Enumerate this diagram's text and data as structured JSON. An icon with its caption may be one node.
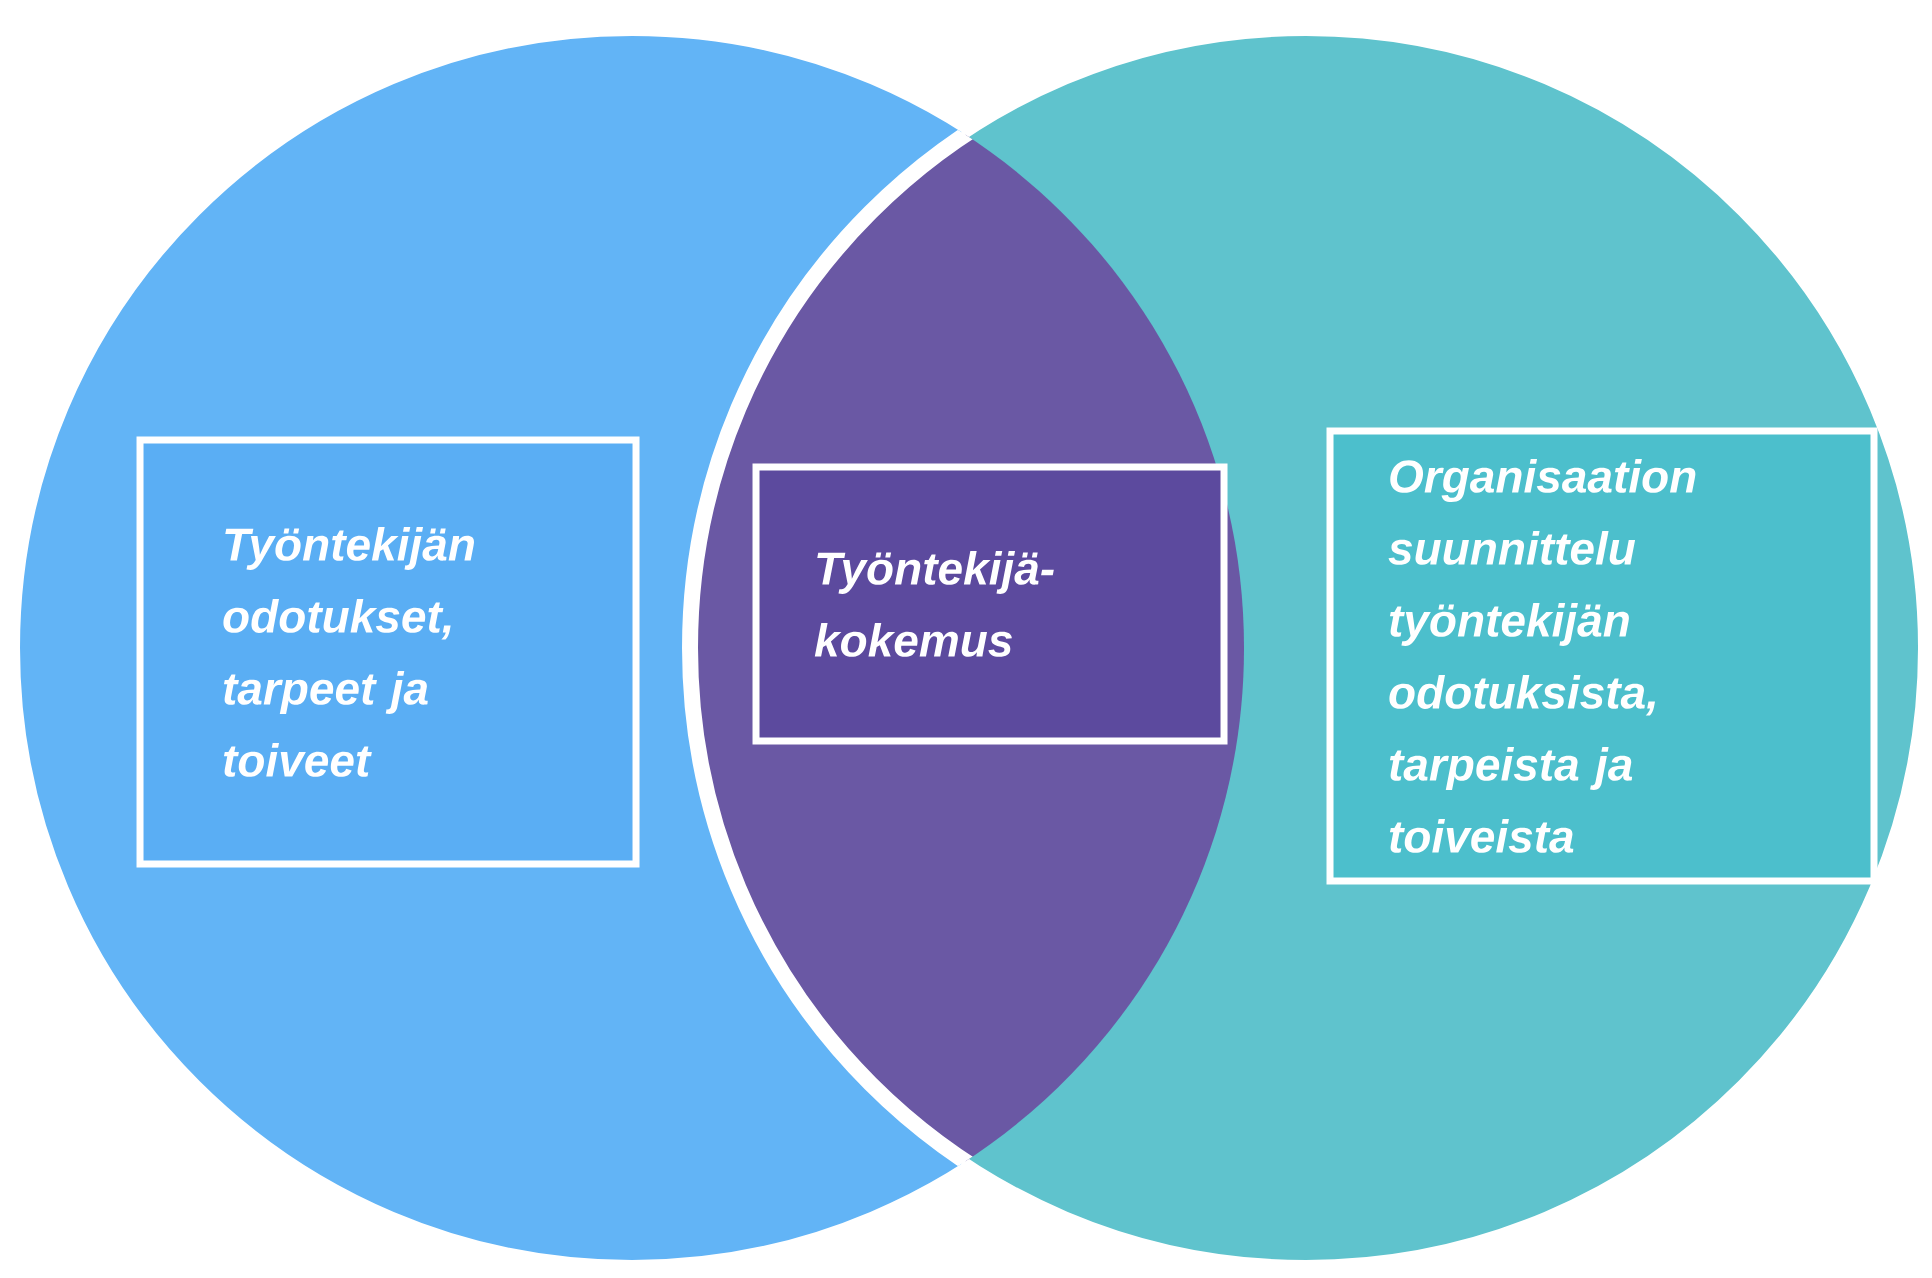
{
  "diagram": {
    "nodes": [
      {
        "text": [
          "Työntekijän odotukset, tarpeet ja toiveet"
        ]
      },
      {
        "text": [
          "Työntekijä-kokemus"
        ]
      },
      {
        "text": [
          "Organisaation suunnittelu työntekijän odotuksista, tarpeista ja toiveista"
        ]
      }
    ]
  }
}
